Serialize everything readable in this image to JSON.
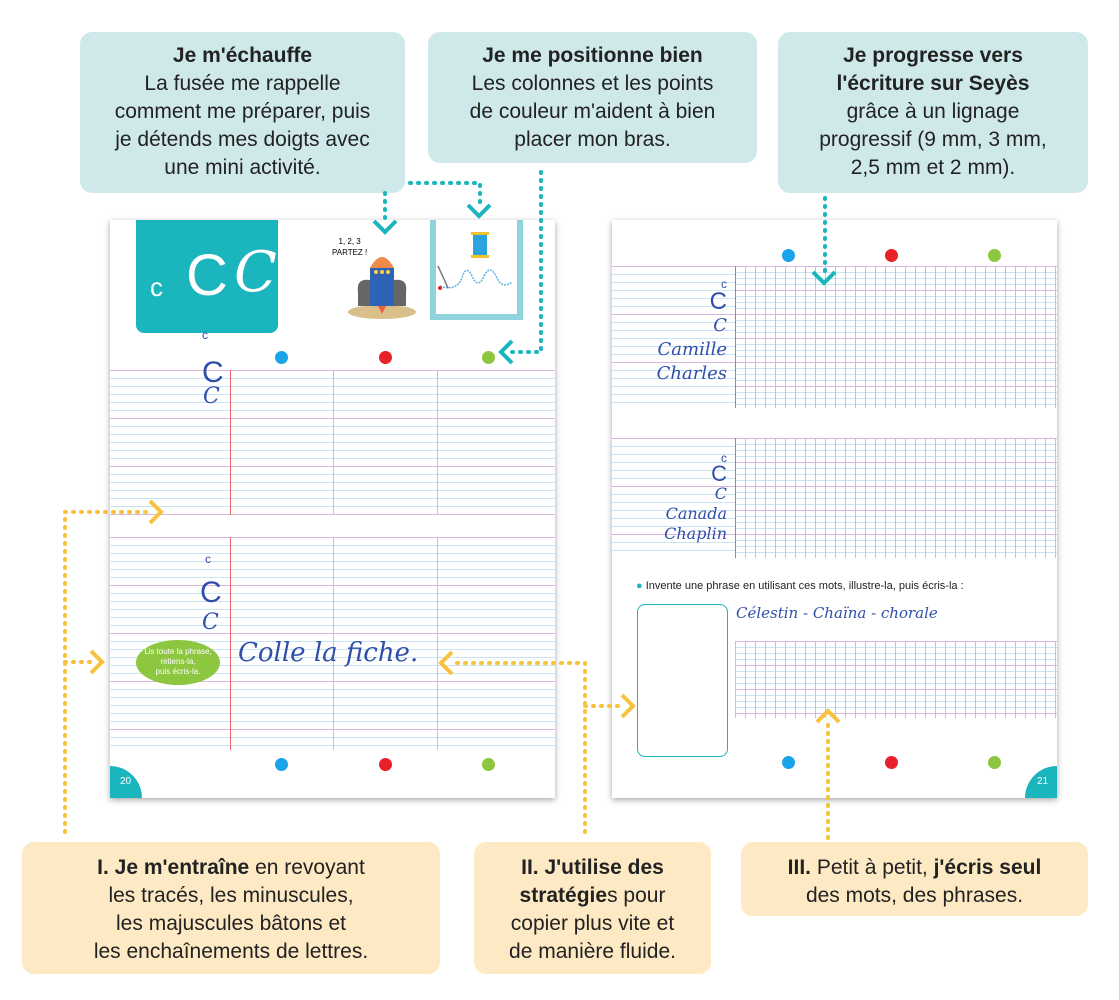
{
  "callouts_top": [
    {
      "title": "Je m'échauffe",
      "text": [
        "La fusée me rappelle",
        "comment me préparer, puis",
        "je détends mes doigts avec",
        "une mini activité."
      ]
    },
    {
      "title": "Je me positionne bien",
      "text": [
        "Les colonnes et les points",
        "de couleur m'aident à bien",
        "placer mon bras."
      ]
    },
    {
      "title": [
        "Je progresse vers",
        "l'écriture sur Seyès"
      ],
      "text": [
        "grâce à un lignage",
        "progressif (9 mm, 3 mm,",
        "2,5 mm et 2 mm)."
      ]
    }
  ],
  "callouts_bottom": [
    {
      "bold": "I. Je m'entraîne",
      "text": " en revoyant",
      "lines": [
        "les tracés, les minuscules,",
        "les majuscules bâtons et",
        "les enchaînements de lettres."
      ]
    },
    {
      "bold1": "II. J'utilise des",
      "bold2": "stratégie",
      "text2": "s pour",
      "lines": [
        "copier plus vite et",
        "de manière fluide."
      ]
    },
    {
      "bold": "III.",
      "text": " Petit à petit, ",
      "bold2": "j'écris seul",
      "lines": [
        "des mots, des phrases."
      ]
    }
  ],
  "left_page": {
    "letters_header": [
      "c",
      "C",
      "C"
    ],
    "rocket_text": [
      "1, 2, 3",
      "PARTEZ !"
    ],
    "letters": [
      "c",
      "C",
      "C"
    ],
    "bubble": [
      "Lis toute la phrase,",
      "retiens-la,",
      "puis écris-la."
    ],
    "sentence": "Colle la fiche.",
    "page_number": "20"
  },
  "right_page": {
    "block1": [
      "c",
      "C",
      "C",
      "Camille",
      "Charles"
    ],
    "block2": [
      "c",
      "C",
      "C",
      "Canada",
      "Chaplin"
    ],
    "instruction": "Invente une phrase en utilisant ces mots, illustre-la, puis écris-la :",
    "words": "Célestin - Chaïna - chorale",
    "page_number": "21"
  },
  "colors": {
    "blue": "#1aa3e8",
    "red": "#e8202a",
    "green": "#8dc63f",
    "teal": "#1bb5bd",
    "yellow": "#f7c23c"
  }
}
